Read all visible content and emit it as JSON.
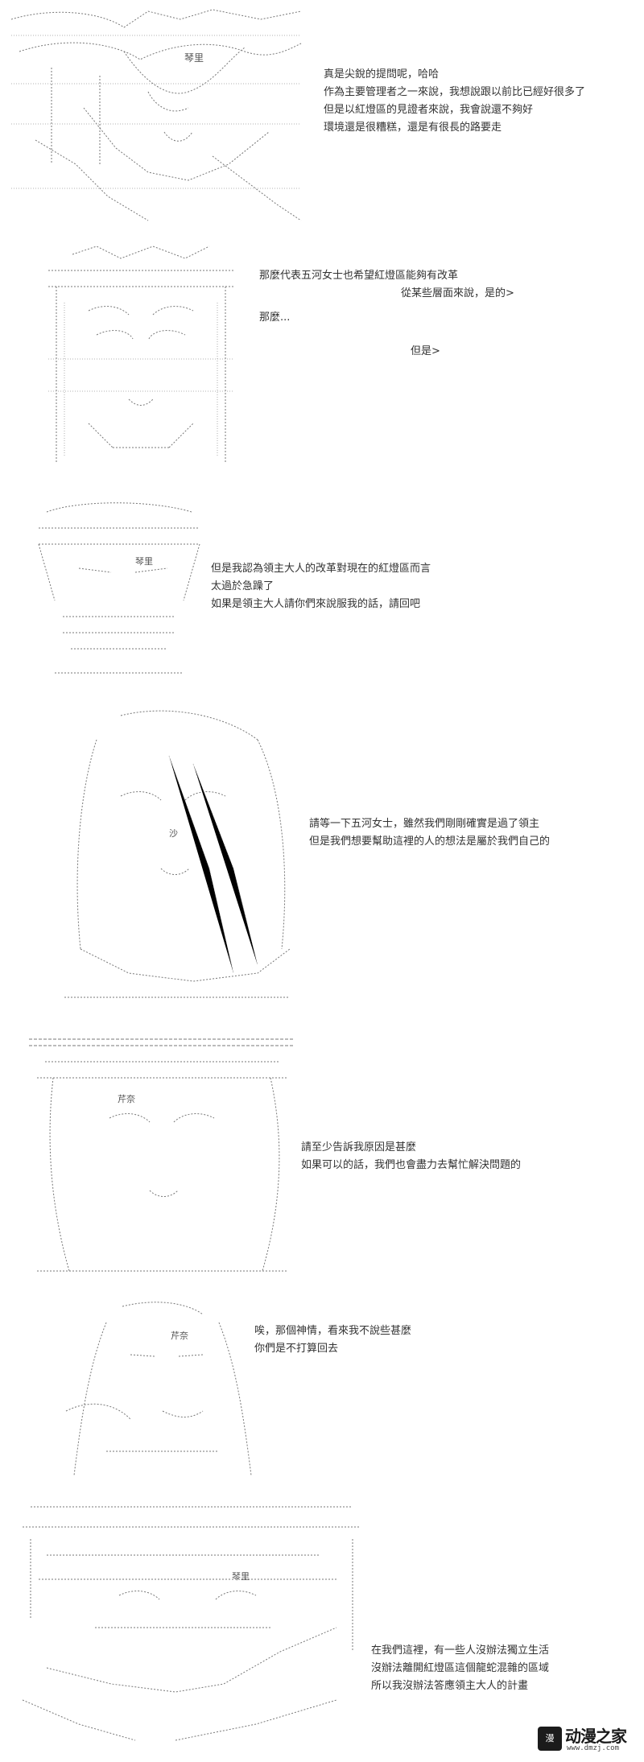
{
  "panels": [
    {
      "id": "p1",
      "lines": [
        "真是尖銳的提問呢，哈哈",
        "作為主要管理者之一來說，我想說跟以前比已經好很多了",
        "但是以紅燈區的見證者來說，我會說還不夠好",
        "環境還是很糟糕，還是有很長的路要走"
      ]
    },
    {
      "id": "p2",
      "lines": [
        "那麼代表五河女士也希望紅燈區能夠有改革",
        "從某些層面來說，是的>",
        "那麼...",
        "但是>"
      ]
    },
    {
      "id": "p3",
      "lines": [
        "但是我認為領主大人的改革對現在的紅燈區而言",
        "太過於急躁了",
        "如果是領主大人請你們來說服我的話，請回吧"
      ]
    },
    {
      "id": "p4",
      "lines": [
        "請等一下五河女士，雖然我們剛剛確實是過了領主",
        "但是我們想要幫助這裡的人的想法是屬於我們自己的"
      ]
    },
    {
      "id": "p5",
      "lines": [
        "請至少告訴我原因是甚麼",
        "如果可以的話，我們也會盡力去幫忙解決問題的"
      ]
    },
    {
      "id": "p6",
      "lines": [
        "唉，那個神情，看來我不說些甚麼",
        "你們是不打算回去"
      ]
    },
    {
      "id": "p7",
      "lines": [
        "在我們這裡，有一些人沒辦法獨立生活",
        "沒辦法離開紅燈區這個龍蛇混雜的區域",
        "所以我沒辦法答應領主大人的計畫"
      ]
    }
  ],
  "art_labels": {
    "p1": "琴里",
    "p3": "琴里",
    "p4": "沙",
    "p5": "芹奈",
    "p6": "芹奈",
    "p7": "琴里"
  },
  "watermark": {
    "main": "动漫之家",
    "url": "www.dmzj.com",
    "badge": "漫"
  }
}
